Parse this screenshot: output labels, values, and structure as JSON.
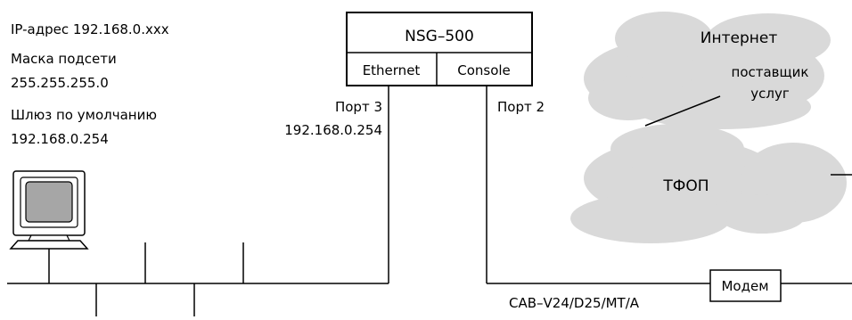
{
  "pc_settings": {
    "ip_line": "IP-адрес 192.168.0.xxx",
    "mask_label": "Маска подсети",
    "mask_value": "255.255.255.0",
    "gateway_label": "Шлюз по умолчанию",
    "gateway_value": "192.168.0.254"
  },
  "device": {
    "name": "NSG–500",
    "port_ethernet": "Ethernet",
    "port_console": "Console"
  },
  "port3": {
    "label": "Порт 3",
    "ip": "192.168.0.254"
  },
  "port2": {
    "label": "Порт 2"
  },
  "clouds": {
    "internet": "Интернет",
    "provider_line1": "поставщик",
    "provider_line2": "услуг",
    "pstn": "ТФОП"
  },
  "cable": "CAB–V24/D25/MT/A",
  "modem": "Модем",
  "colors": {
    "cloud_fill": "#d9d9d9",
    "line": "#000000",
    "monitor_screen": "#a6a6a6"
  }
}
